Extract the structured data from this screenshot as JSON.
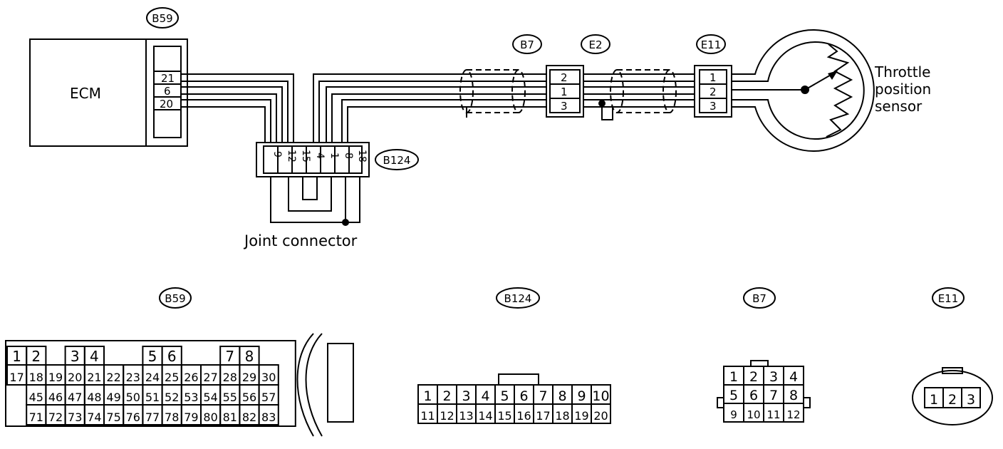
{
  "labels": {
    "ecm": "ECM",
    "joint_connector": "Joint connector",
    "sensor_line1": "Throttle",
    "sensor_line2": "position",
    "sensor_line3": "sensor"
  },
  "connector_tags": {
    "b59": "B59",
    "b7": "B7",
    "e2": "E2",
    "e11": "E11",
    "b124": "B124"
  },
  "b59_pins": [
    "21",
    "6",
    "20"
  ],
  "b7_pins": [
    "2",
    "1",
    "3"
  ],
  "e11_pins": [
    "1",
    "2",
    "3"
  ],
  "b124_pins": [
    "9",
    "12",
    "15",
    "4",
    "1",
    "8",
    "18"
  ],
  "faces": {
    "b59": {
      "tag": "B59",
      "row1": [
        "1",
        "2",
        "3",
        "4",
        "5",
        "6",
        "7",
        "8"
      ],
      "row2": [
        "17",
        "18",
        "19",
        "20",
        "21",
        "22",
        "23",
        "24",
        "25",
        "26",
        "27",
        "28",
        "29",
        "30"
      ],
      "row3": [
        "45",
        "46",
        "47",
        "48",
        "49",
        "50",
        "51",
        "52",
        "53",
        "54",
        "55",
        "56",
        "57"
      ],
      "row4": [
        "71",
        "72",
        "73",
        "74",
        "75",
        "76",
        "77",
        "78",
        "79",
        "80",
        "81",
        "82",
        "83"
      ]
    },
    "b124": {
      "tag": "B124",
      "row1": [
        "1",
        "2",
        "3",
        "4",
        "5",
        "6",
        "7",
        "8",
        "9",
        "10"
      ],
      "row2": [
        "11",
        "12",
        "13",
        "14",
        "15",
        "16",
        "17",
        "18",
        "19",
        "20"
      ]
    },
    "b7": {
      "tag": "B7",
      "row1": [
        "1",
        "2",
        "3",
        "4"
      ],
      "row2": [
        "5",
        "6",
        "7",
        "8"
      ],
      "row3": [
        "9",
        "10",
        "11",
        "12"
      ]
    },
    "e11": {
      "tag": "E11",
      "row1": [
        "1",
        "2",
        "3"
      ]
    }
  }
}
